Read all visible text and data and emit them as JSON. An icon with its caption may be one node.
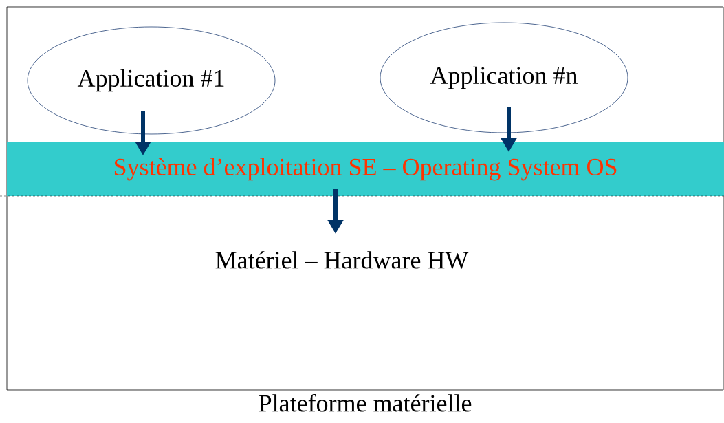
{
  "diagram": {
    "nodes": [
      {
        "text": [
          "Plateforme matérielle"
        ]
      },
      {
        "text": [
          "Application #1"
        ],
        "in": 0
      },
      {
        "text": [
          "Application #n"
        ],
        "in": 0
      },
      {
        "text": [
          "Système d’exploitation SE – Operating System OS"
        ],
        "in": 0
      },
      {
        "text": [
          "Matériel – Hardware HW"
        ],
        "in": 0
      }
    ],
    "edges": [
      {
        "from": 1,
        "to": 3,
        "arrow": "to"
      },
      {
        "from": 2,
        "to": 3,
        "arrow": "to"
      },
      {
        "from": 3,
        "to": 4,
        "arrow": "to"
      }
    ]
  }
}
